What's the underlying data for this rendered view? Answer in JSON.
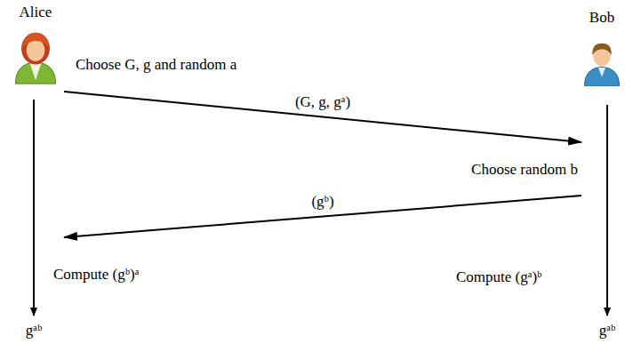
{
  "diagram": {
    "nodes": [
      {
        "text": [
          "Alice"
        ]
      },
      {
        "text": [
          "Bob"
        ]
      }
    ],
    "edges": [
      {
        "from": 0,
        "to": 1,
        "arrow": "to",
        "label": "(G, g, gᵃ)"
      },
      {
        "from": 1,
        "to": 0,
        "arrow": "to",
        "label": "(gᵇ)"
      }
    ],
    "labels": [
      "Choose G, g and random a",
      "Choose random b",
      "Compute (gᵇ)ᵃ",
      "Compute (gᵃ)ᵇ",
      "gᵃᵇ",
      "gᵃᵇ"
    ]
  }
}
